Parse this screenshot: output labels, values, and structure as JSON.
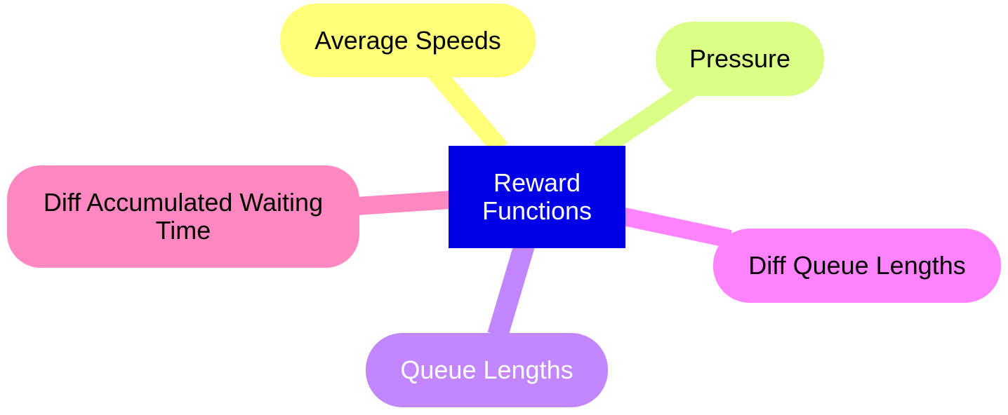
{
  "diagram": {
    "type": "mindmap",
    "root": {
      "label": "Reward Functions",
      "color": "#0000e8",
      "text_color": "#ffffff"
    },
    "children": [
      {
        "key": "average_speeds",
        "label": "Average Speeds",
        "color": "#ffff78",
        "text_color": "#000000"
      },
      {
        "key": "pressure",
        "label": "Pressure",
        "color": "#dbff86",
        "text_color": "#000000"
      },
      {
        "key": "diff_accumulated_waiting_time",
        "label": "Diff Accumulated Waiting Time",
        "color": "#ff88c0",
        "text_color": "#000000"
      },
      {
        "key": "diff_queue_lengths",
        "label": "Diff Queue Lengths",
        "color": "#ff83ff",
        "text_color": "#000000"
      },
      {
        "key": "queue_lengths",
        "label": "Queue Lengths",
        "color": "#c286ff",
        "text_color": "#ffffff"
      }
    ]
  }
}
